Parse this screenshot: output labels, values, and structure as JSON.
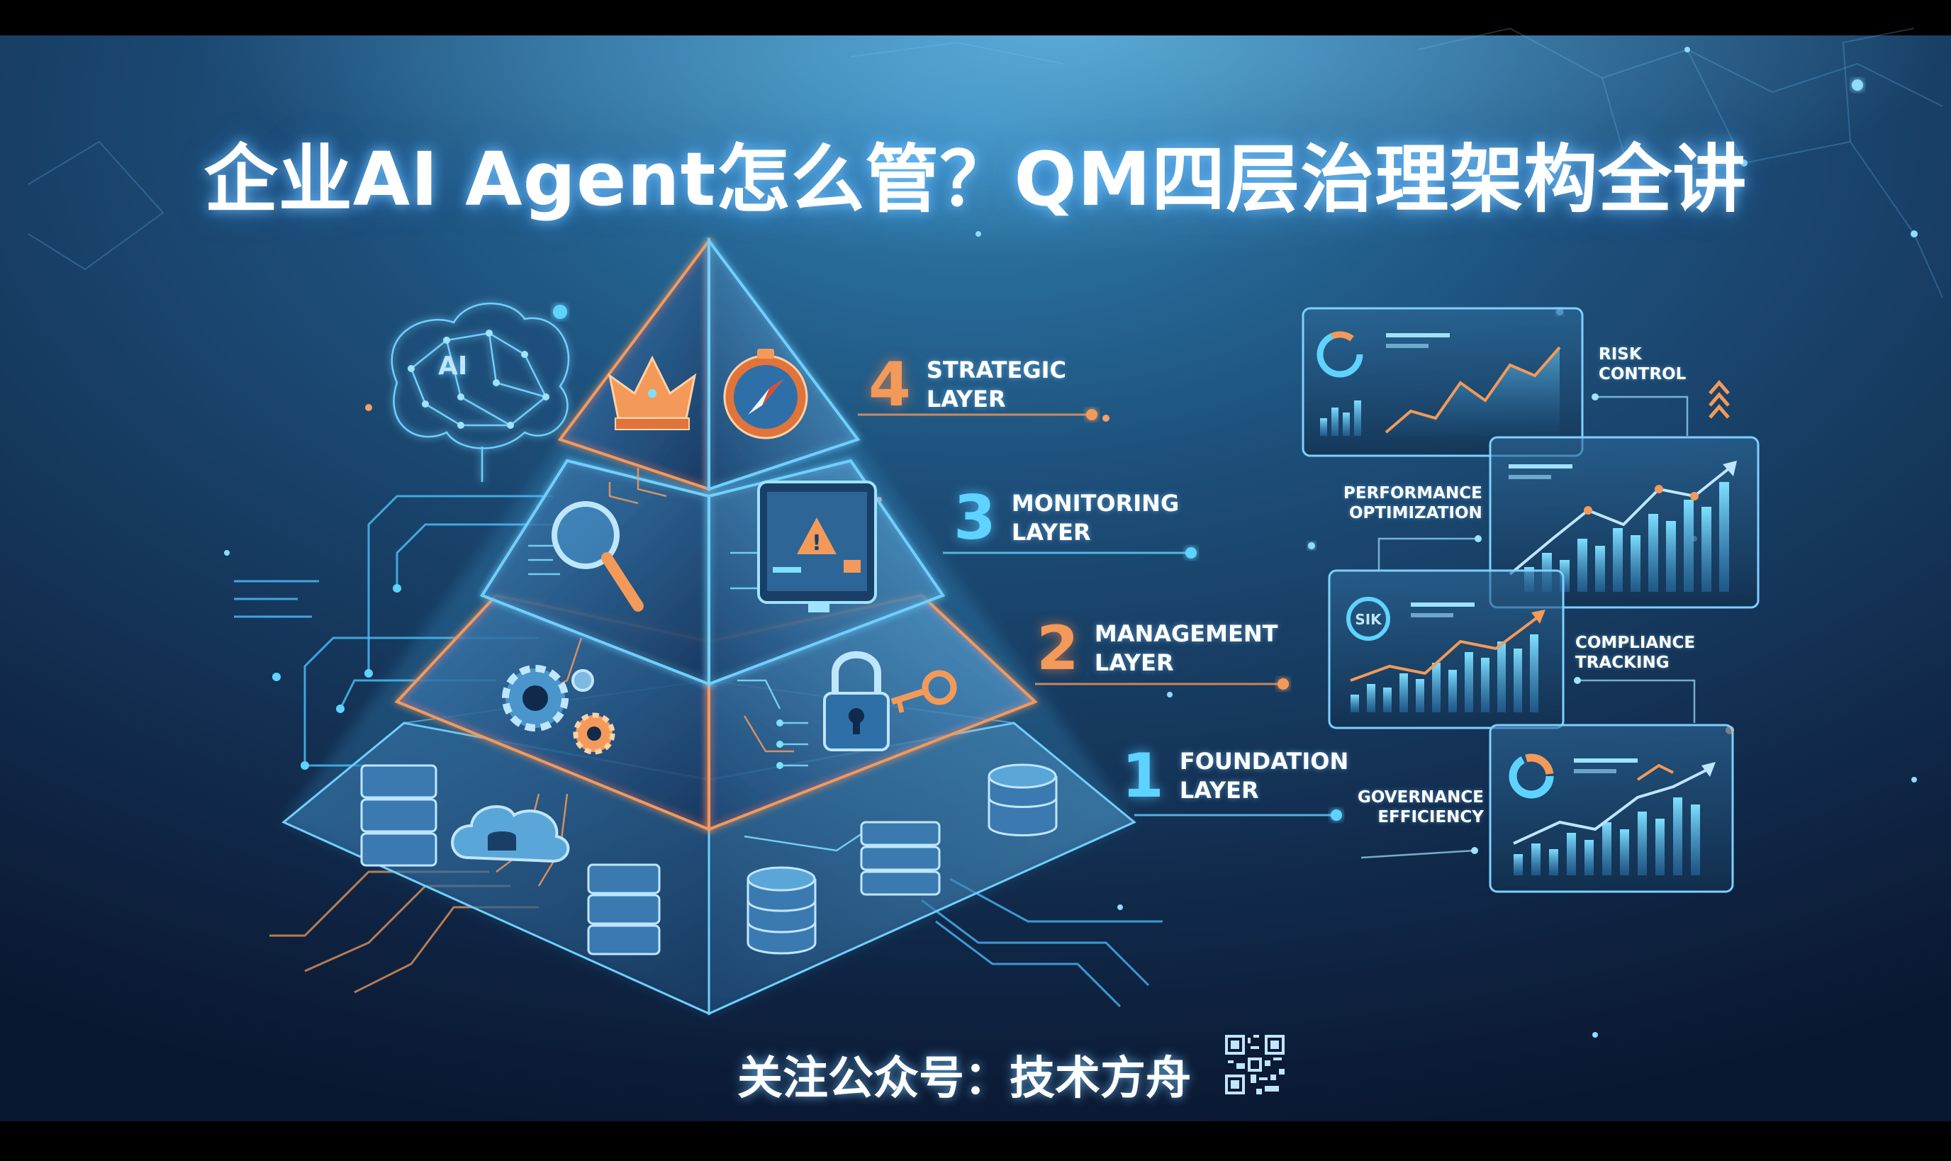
{
  "title": "企业AI Agent怎么管？QM四层治理架构全讲",
  "brain_icon_text": "AI",
  "layers": [
    {
      "number": "4",
      "line1": "STRATEGIC",
      "line2": "LAYER"
    },
    {
      "number": "3",
      "line1": "MONITORING",
      "line2": "LAYER"
    },
    {
      "number": "2",
      "line1": "MANAGEMENT",
      "line2": "LAYER"
    },
    {
      "number": "1",
      "line1": "FOUNDATION",
      "line2": "LAYER"
    }
  ],
  "panel_labels": {
    "risk_control": {
      "line1": "RISK",
      "line2": "CONTROL"
    },
    "performance": {
      "line1": "PERFORMANCE",
      "line2": "OPTIMIZATION"
    },
    "compliance": {
      "line1": "COMPLIANCE",
      "line2": "TRACKING"
    },
    "governance": {
      "line1": "GOVERNANCE",
      "line2": "EFFICIENCY"
    }
  },
  "panel_badge_text": "SIK",
  "footer": "关注公众号：技术方舟",
  "colors": {
    "accent_cyan": "#5fd3ff",
    "accent_orange": "#f39a5a",
    "background_dark": "#0c1a33",
    "background_mid": "#1d4f7a"
  },
  "icons": [
    "brain-ai-icon",
    "crown-icon",
    "compass-icon",
    "magnifier-icon",
    "monitor-alert-icon",
    "gear-icon",
    "padlock-icon",
    "key-icon",
    "server-icon",
    "cloud-database-icon",
    "database-icon",
    "qr-code-icon"
  ]
}
